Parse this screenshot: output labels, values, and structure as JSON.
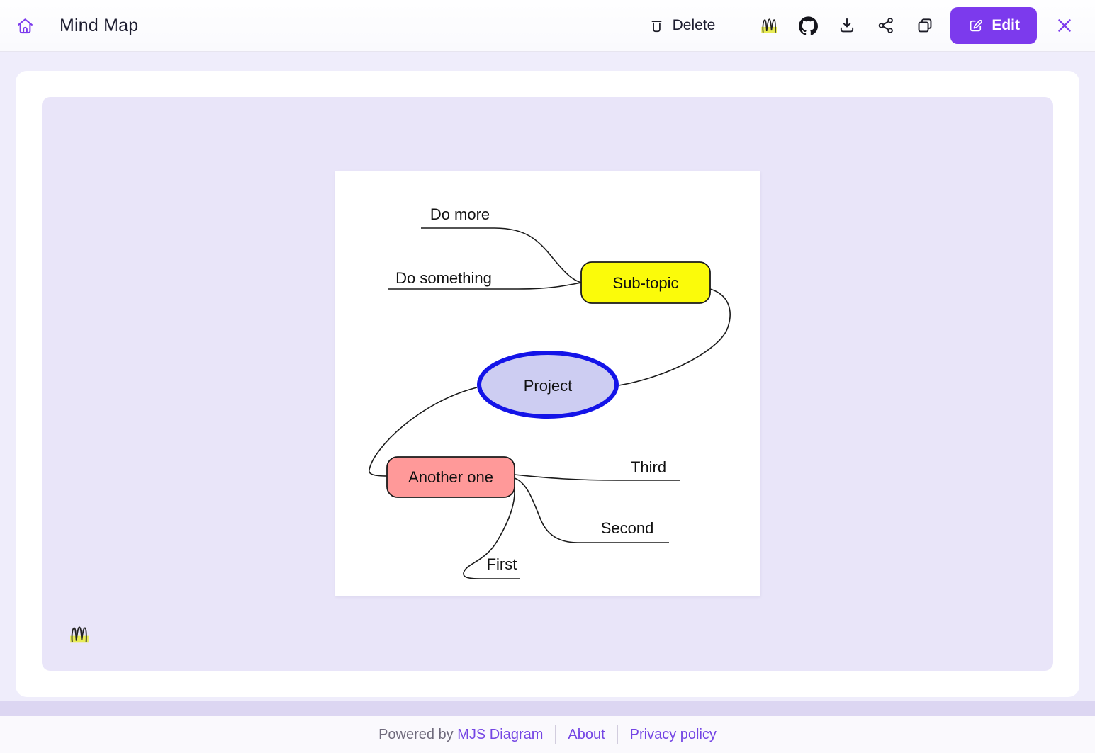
{
  "header": {
    "title": "Mind Map",
    "delete_label": "Delete",
    "edit_label": "Edit",
    "icons": [
      "home-icon",
      "trash-icon",
      "mermaid-logo-icon",
      "github-icon",
      "download-icon",
      "share-icon",
      "copy-icon",
      "edit-icon",
      "close-icon"
    ]
  },
  "mindmap": {
    "root": {
      "label": "Project",
      "fill": "#cdcdf2",
      "stroke": "#1414e8"
    },
    "branches": [
      {
        "label": "Sub-topic",
        "fill": "#fbfb0a",
        "children": [
          {
            "label": "Do more"
          },
          {
            "label": "Do something"
          }
        ]
      },
      {
        "label": "Another one",
        "fill": "#ff9999",
        "children": [
          {
            "label": "First"
          },
          {
            "label": "Second"
          },
          {
            "label": "Third"
          }
        ]
      }
    ]
  },
  "footer": {
    "powered_by": "Powered by",
    "brand_link": "MJS Diagram",
    "about": "About",
    "privacy": "Privacy policy"
  },
  "colors": {
    "accent": "#7c3aed",
    "link": "#7445e4",
    "page_bg": "#efedfb",
    "panel_bg": "#e9e5f9",
    "logo_highlight": "#e8ec55"
  }
}
